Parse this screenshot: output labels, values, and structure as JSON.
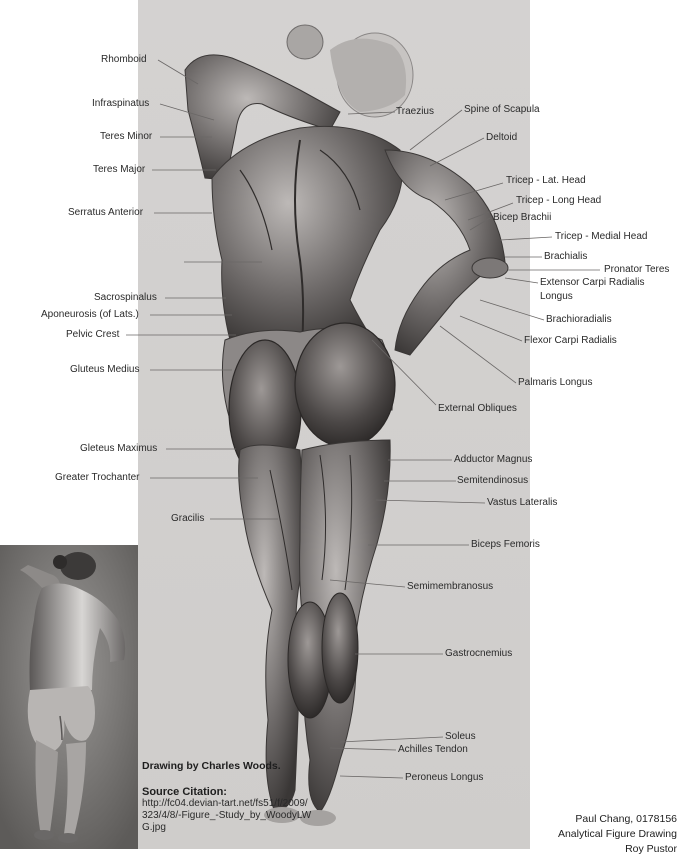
{
  "labels": {
    "rhomboid": "Rhomboid",
    "infraspinatus": "Infraspinatus",
    "teres_minor": "Teres Minor",
    "teres_major": "Teres Major",
    "serratus_anterior": "Serratus Anterior",
    "sacrospinalus": "Sacrospinalus",
    "aponeurosis": "Aponeurosis (of Lats.)",
    "pelvic_crest": "Pelvic Crest",
    "gluteus_medius": "Gluteus Medius",
    "gleteus_maximus": "Gleteus Maximus",
    "greater_trochanter": "Greater Trochanter",
    "gracilis": "Gracilis",
    "traezius": "Traezius",
    "spine_of_scapula": "Spine of Scapula",
    "deltoid": "Deltoid",
    "tricep_lat_head": "Tricep - Lat. Head",
    "tricep_long_head": "Tricep - Long Head",
    "bicep_brachii": "Bicep Brachii",
    "tricep_medial_head": "Tricep - Medial Head",
    "brachialis": "Brachialis",
    "pronator_teres": "Pronator Teres",
    "extensor_carpi_line1": "Extensor Carpi Radialis",
    "extensor_carpi_line2": "Longus",
    "brachioradialis": "Brachioradialis",
    "flexor_carpi_radialis": "Flexor Carpi Radialis",
    "palmaris_longus": "Palmaris Longus",
    "external_obliques": "External Obliques",
    "adductor_magnus": "Adductor Magnus",
    "semitendinosus": "Semitendinosus",
    "vastus_lateralis": "Vastus Lateralis",
    "biceps_femoris": "Biceps Femoris",
    "semimembranosus": "Semimembranosus",
    "gastrocnemius": "Gastrocnemius",
    "soleus": "Soleus",
    "achilles_tendon": "Achilles Tendon",
    "peroneus_longus": "Peroneus Longus"
  },
  "credit": {
    "title": "Drawing by Charles Woods.",
    "citation_heading": "Source Citation:",
    "citation_text": "http://fc04.devian-tart.net/fs51/f/2009/323/4/8/-Figure_-Study_by_WoodyLWG.jpg"
  },
  "author": {
    "name": "Paul Chang, 0178156",
    "course": "Analytical Figure Drawing",
    "instructor": "Roy Pustor"
  },
  "colors": {
    "paper": "#d8d6d4",
    "ink": "#4a4746",
    "page": "#ffffff"
  }
}
